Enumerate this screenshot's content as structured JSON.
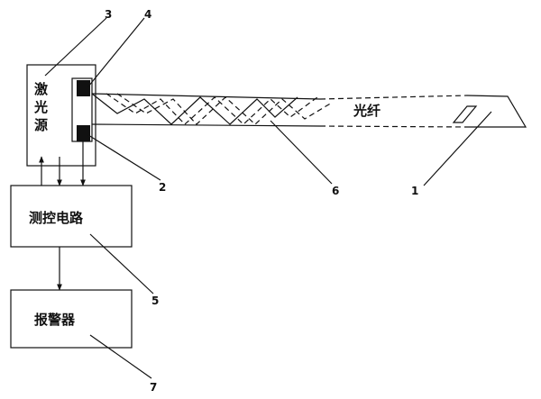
{
  "labels": {
    "laser_source": [
      "激",
      "光",
      "源"
    ],
    "control_circuit": "测控电路",
    "alarm": "报警器",
    "fiber": "光纤"
  },
  "callouts": {
    "n1": "1",
    "n2": "2",
    "n3": "3",
    "n4": "4",
    "n5": "5",
    "n6": "6",
    "n7": "7"
  }
}
